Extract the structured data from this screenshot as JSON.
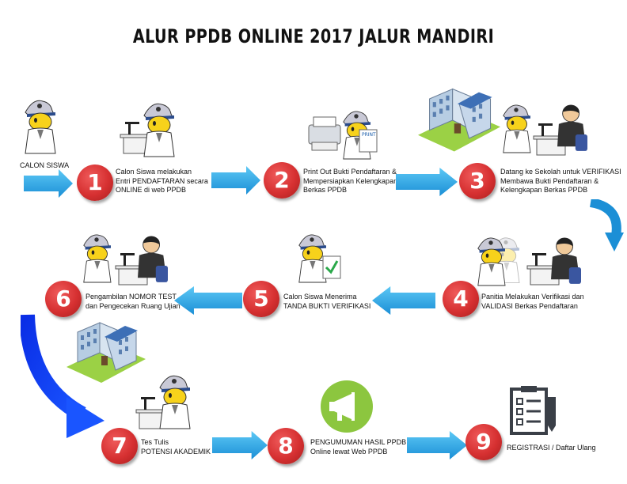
{
  "title": "ALUR PPDB ONLINE 2017 JALUR MANDIRI",
  "start_label": "CALON SISWA",
  "steps": [
    {
      "n": "1",
      "text": "Calon Siswa melakukan\nEntri PENDAFTARAN secara\nONLINE di web PPDB"
    },
    {
      "n": "2",
      "text": "Print Out Bukti Pendaftaran &\nMempersiapkan Kelengkapan\nBerkas PPDB"
    },
    {
      "n": "3",
      "text": "Datang ke Sekolah untuk VERIFIKASI\nMembawa Bukti Pendaftaran &\nKelengkapan Berkas PPDB"
    },
    {
      "n": "4",
      "text": "Panitia Melakukan Verifikasi dan\nVALIDASI Berkas Pendaftaran"
    },
    {
      "n": "5",
      "text": "Calon Siswa Menerima\nTANDA BUKTI VERIFIKASI"
    },
    {
      "n": "6",
      "text": "Pengambilan NOMOR TEST\ndan Pengecekan Ruang Ujian"
    },
    {
      "n": "7",
      "text": "Tes Tulis\nPOTENSI AKADEMIK"
    },
    {
      "n": "8",
      "text": "PENGUMUMAN HASIL PPDB\nOnline lewat Web PPDB"
    },
    {
      "n": "9",
      "text": "REGISTRASI / Daftar Ulang"
    }
  ],
  "printer_label": "PRINT",
  "colors": {
    "badge": "#d63031",
    "arrow": "#29a3e0",
    "curve_arrow": "#0a2ee6",
    "megaphone_bg": "#8cc63f"
  }
}
